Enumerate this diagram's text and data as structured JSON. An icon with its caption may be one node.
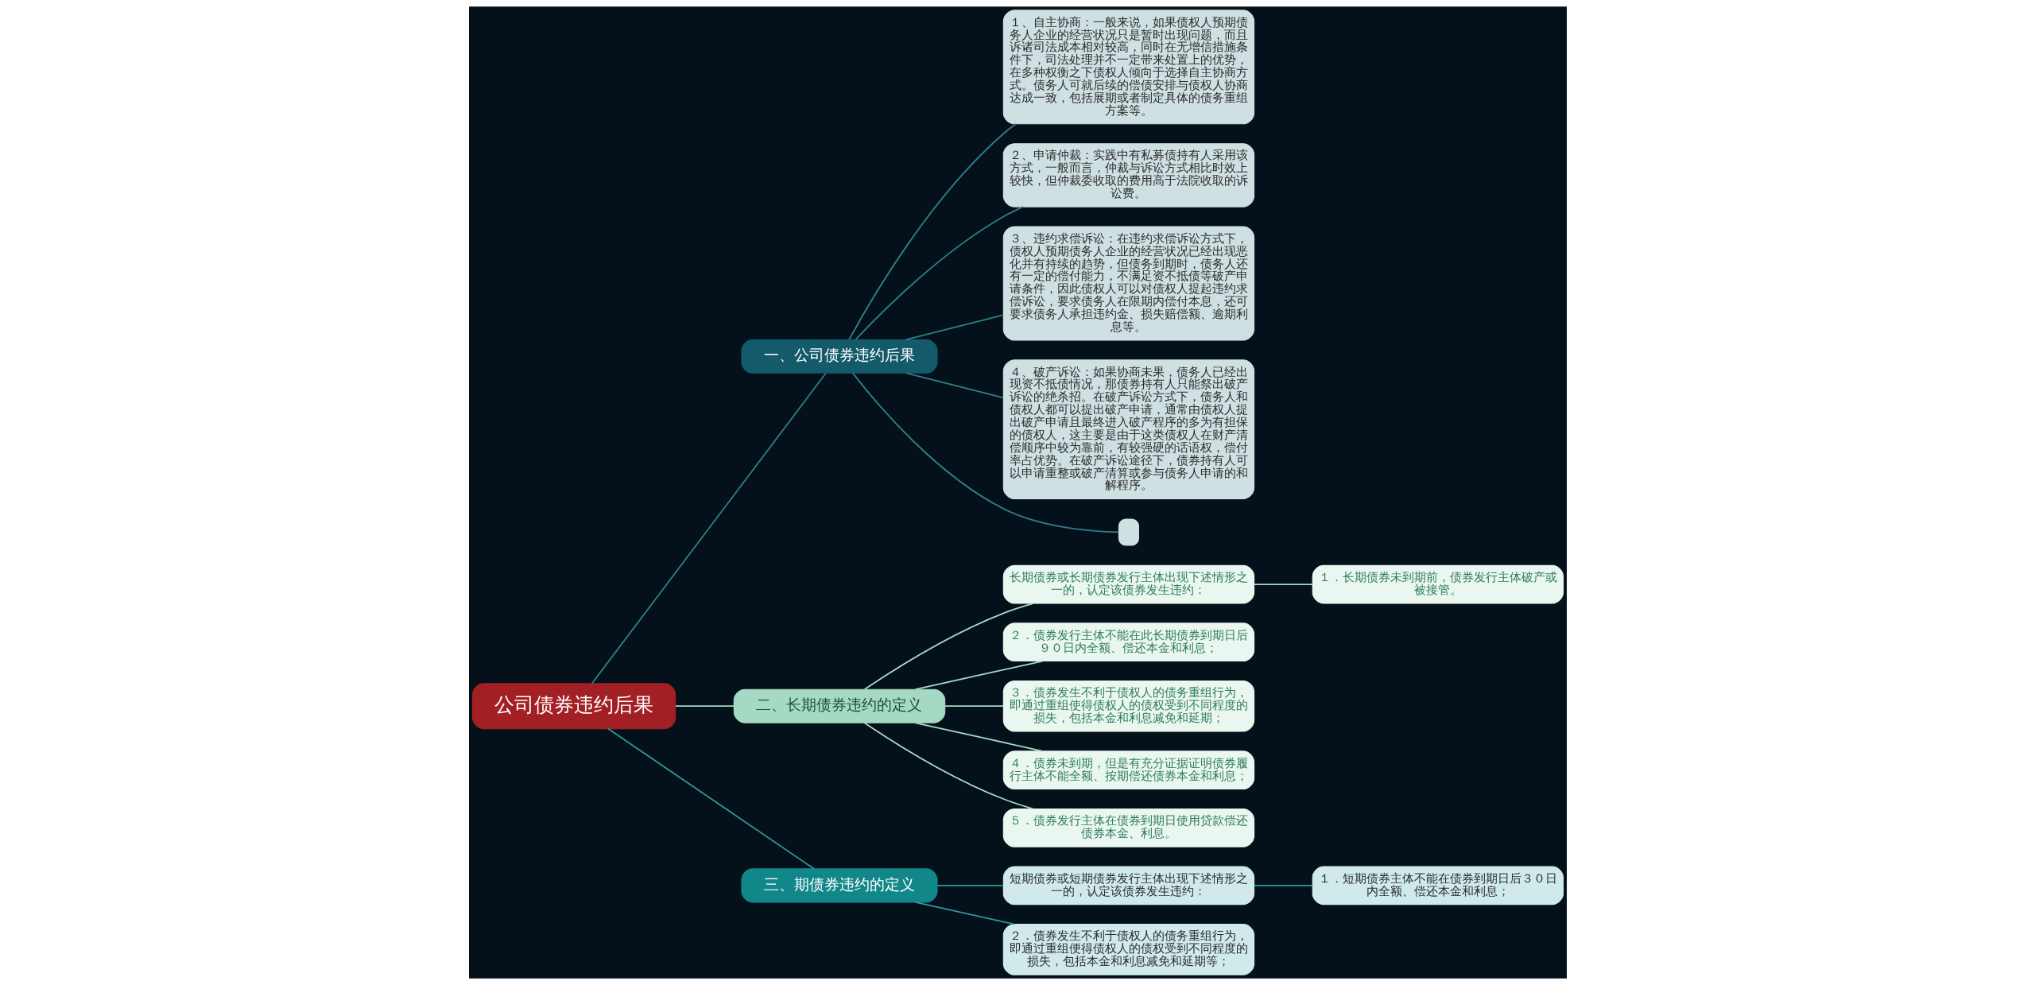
{
  "diagram": {
    "nodes": [
      {
        "text": [
          "公司债券违约后果"
        ]
      },
      {
        "text": [
          "一、公司债券违约后果"
        ]
      },
      {
        "text": [
          "１、自主协商：一般来说，如果债权人预期债务人企业的经营状况只是暂时出现问题，而且诉诸司法成本相对较高，同时在无增信措施条件下，司法处理并不一定带来处置上的优势，在多种权衡之下债权人倾向于选择自主协商方式。债务人可就后续的偿债安排与债权人协商达成一致，包括展期或者制定具体的债务重组方案等。"
        ]
      },
      {
        "text": [
          "２、申请仲裁：实践中有私募债持有人采用该方式，一般而言，仲裁与诉讼方式相比时效上较快，但仲裁委收取的费用高于法院收取的诉讼费。"
        ]
      },
      {
        "text": [
          "３、违约求偿诉讼：在违约求偿诉讼方式下，债权人预期债务人企业的经营状况已经出现恶化并有持续的趋势，但债务到期时，债务人还有一定的偿付能力，不满足资不抵债等破产申请条件，因此债权人可以对债权人提起违约求偿诉讼，要求债务人在限期内偿付本息，还可要求债务人承担违约金、损失赔偿额、逾期利息等。"
        ]
      },
      {
        "text": [
          "４、破产诉讼：如果协商未果，债务人已经出现资不抵债情况，那债券持有人只能祭出破产诉讼的绝杀招。在破产诉讼方式下，债务人和债权人都可以提出破产申请，通常由债权人提出破产申请且最终进入破产程序的多为有担保的债权人，这主要是由于这类债权人在财产清偿顺序中较为靠前，有较强硬的话语权，偿付率占优势。在破产诉讼途径下，债券持有人可以申请重整或破产清算或参与债务人申请的和解程序。"
        ]
      },
      {
        "text": [],
        "shape": "box"
      },
      {
        "text": [
          "二、长期债券违约的定义"
        ]
      },
      {
        "text": [
          "长期债券或长期债券发行主体出现下述情形之一的，认定该债券发生违约："
        ]
      },
      {
        "text": [
          "１．长期债券未到期前，债券发行主体破产或被接管。"
        ]
      },
      {
        "text": [
          "２．债券发行主体不能在此长期债券到期日后９０日内全额、偿还本金和利息；"
        ]
      },
      {
        "text": [
          "３．债券发生不利于债权人的债务重组行为，即通过重组使得债权人的债权受到不同程度的损失，包括本金和利息减免和延期；"
        ]
      },
      {
        "text": [
          "４．债券未到期，但是有充分证据证明债券履行主体不能全额、按期偿还债券本金和利息；"
        ]
      },
      {
        "text": [
          "５．债券发行主体在债券到期日使用贷款偿还债券本金、利息。"
        ]
      },
      {
        "text": [
          "三、期债券违约的定义"
        ]
      },
      {
        "text": [
          "短期债券或短期债券发行主体出现下述情形之一的，认定该债券发生违约："
        ]
      },
      {
        "text": [
          "１．短期债券主体不能在债券到期日后３０日内全额、偿还本金和利息；"
        ]
      },
      {
        "text": [
          "２．债券发生不利于债权人的债务重组行为，即通过重组便得债权人的债权受到不同程度的损失，包括本金和利息减免和延期等；"
        ]
      }
    ],
    "edges": [
      {
        "from": 0,
        "to": 1,
        "arrow": "none",
        "color": "#2f7f8a"
      },
      {
        "from": 1,
        "to": 2,
        "arrow": "none",
        "color": "#2f7f8a"
      },
      {
        "from": 1,
        "to": 3,
        "arrow": "none",
        "color": "#2f7f8a"
      },
      {
        "from": 1,
        "to": 4,
        "arrow": "none",
        "color": "#2f7f8a"
      },
      {
        "from": 1,
        "to": 5,
        "arrow": "none",
        "color": "#2f7f8a"
      },
      {
        "from": 1,
        "to": 6,
        "arrow": "none",
        "color": "#2f7f8a"
      },
      {
        "from": 0,
        "to": 7,
        "arrow": "none"
      },
      {
        "from": 7,
        "to": 8,
        "arrow": "none"
      },
      {
        "from": 8,
        "to": 9,
        "arrow": "none"
      },
      {
        "from": 7,
        "to": 10,
        "arrow": "none"
      },
      {
        "from": 7,
        "to": 11,
        "arrow": "none"
      },
      {
        "from": 7,
        "to": 12,
        "arrow": "none"
      },
      {
        "from": 7,
        "to": 13,
        "arrow": "none"
      },
      {
        "from": 0,
        "to": 14,
        "arrow": "none",
        "color": "#2a9a9c"
      },
      {
        "from": 14,
        "to": 15,
        "arrow": "none",
        "color": "#2a9a9c"
      },
      {
        "from": 15,
        "to": 16,
        "arrow": "none",
        "color": "#2a9a9c"
      },
      {
        "from": 14,
        "to": 17,
        "arrow": "none",
        "color": "#2a9a9c"
      }
    ]
  }
}
